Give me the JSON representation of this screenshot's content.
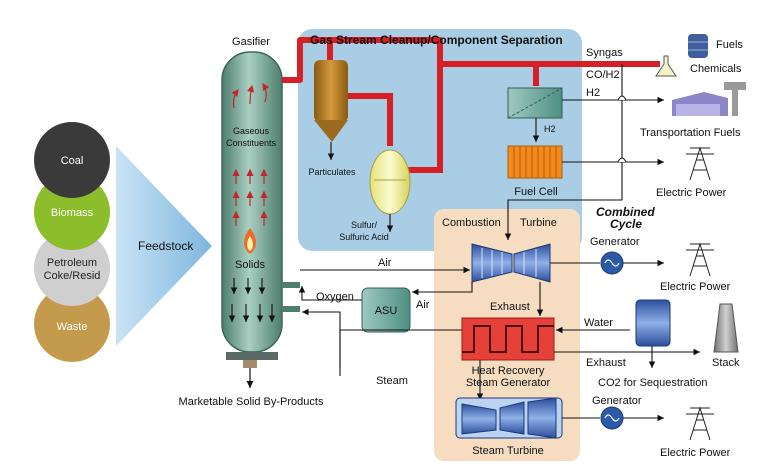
{
  "feedstock": {
    "items": [
      "Coal",
      "Biomass",
      "Petroleum Coke/Resid",
      "Waste"
    ],
    "label": "Feedstock"
  },
  "gasifier": {
    "title": "Gasifier",
    "gaseous_line1": "Gaseous",
    "gaseous_line2": "Constituents",
    "solids": "Solids",
    "byproducts": "Marketable Solid By-Products"
  },
  "cleanup": {
    "title": "Gas Stream Cleanup/Component Separation",
    "particulates": "Particulates",
    "sulfur_line1": "Sulfur/",
    "sulfur_line2": "Sulfuric Acid",
    "h2": "H2"
  },
  "streams": {
    "syngas": "Syngas",
    "co_h2": "CO/H2",
    "h2": "H2",
    "air_in": "Air",
    "air_out": "Air",
    "oxygen": "Oxygen",
    "steam": "Steam",
    "exhaust_top": "Exhaust",
    "exhaust_side": "Exhaust",
    "water": "Water"
  },
  "equipment": {
    "asu": "ASU",
    "fuel_cell": "Fuel Cell",
    "combustion": "Combustion",
    "turbine": "Turbine",
    "hrsg_line1": "Heat Recovery",
    "hrsg_line2": "Steam Generator",
    "steam_turbine": "Steam Turbine",
    "generator1": "Generator",
    "generator2": "Generator",
    "stack": "Stack",
    "combined_line1": "Combined",
    "combined_line2": "Cycle"
  },
  "outputs": {
    "fuels": "Fuels",
    "chemicals": "Chemicals",
    "transportation": "Transportation Fuels",
    "electric1": "Electric Power",
    "electric2": "Electric Power",
    "electric3": "Electric Power",
    "co2": "CO2 for Sequestration"
  },
  "colors": {
    "cleanup_bg": "#a9cde4",
    "combined_bg": "#f6dcc0",
    "gasifier": "#5f8f80",
    "syngas_pipe": "#d71f26",
    "coal": "#3a3a3a",
    "biomass": "#8cbd2a",
    "petcoke": "#cfcfcf",
    "waste": "#c49a4c",
    "feed_arrow": "#9cc9e8"
  }
}
